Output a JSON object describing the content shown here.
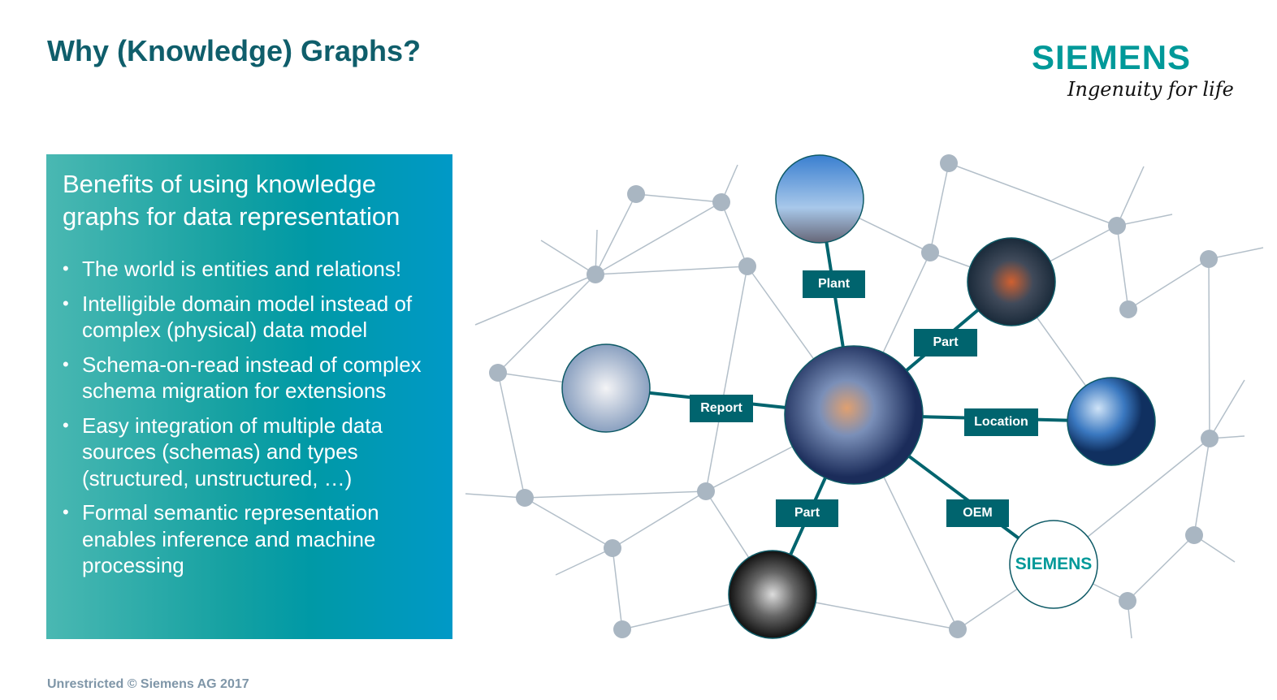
{
  "title": "Why (Knowledge) Graphs?",
  "logo": {
    "wordmark": "SIEMENS",
    "tagline": "Ingenuity for life"
  },
  "panel": {
    "heading": "Benefits of using knowledge graphs for data representation",
    "bullets": [
      "The world is entities and relations!",
      "Intelligible domain model instead of complex (physical) data model",
      "Schema-on-read instead of complex schema migration for extensions",
      "Easy integration of multiple data sources (schemas) and types (structured, unstructured, …)",
      "Formal semantic representation enables inference and machine processing"
    ]
  },
  "graph": {
    "labels": {
      "plant": "Plant",
      "part_top": "Part",
      "report": "Report",
      "location": "Location",
      "part_bottom": "Part",
      "oem": "OEM"
    },
    "oem_logo": "SIEMENS"
  },
  "colors": {
    "teal": "#009999",
    "edge": "#00646e",
    "node": "#a9b6c2"
  },
  "footer": "Unrestricted © Siemens AG 2017"
}
